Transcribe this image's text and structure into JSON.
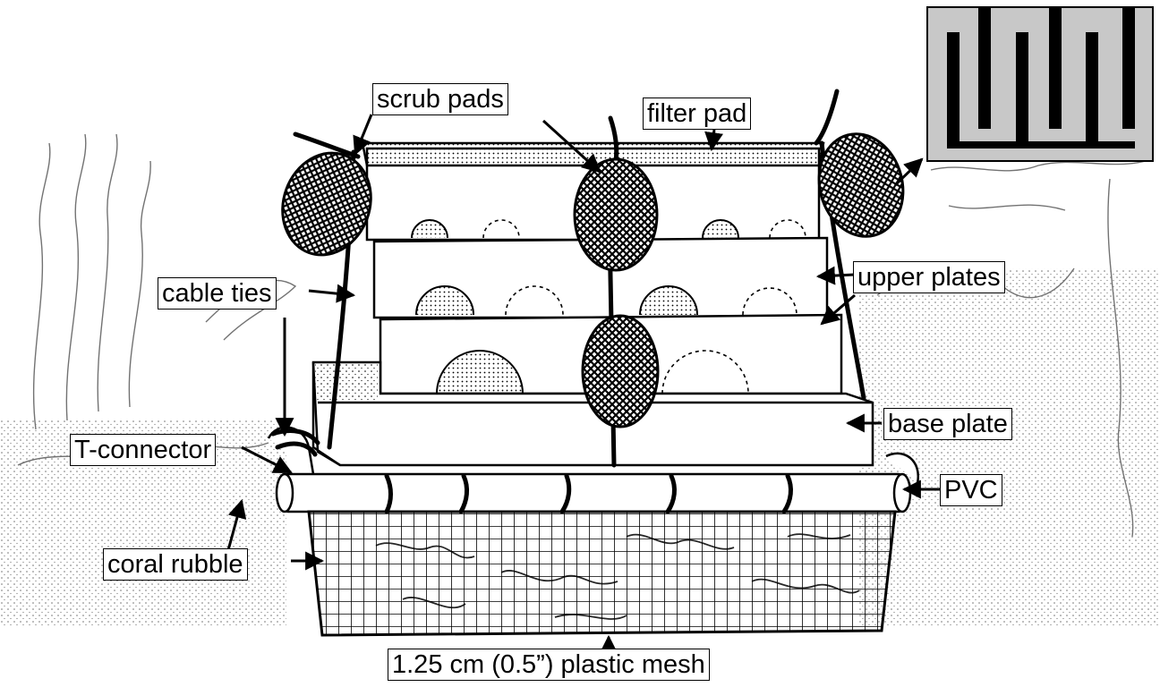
{
  "labels": {
    "scrub_pads": "scrub pads",
    "filter_pad": "filter pad",
    "upper_plates": "upper plates",
    "cable_ties": "cable ties",
    "base_plate": "base plate",
    "t_connector": "T-connector",
    "pvc": "PVC",
    "coral_rubble": "coral rubble",
    "plastic_mesh": "1.25 cm (0.5”) plastic mesh"
  },
  "colors": {
    "ink": "#000000",
    "paper": "#ffffff",
    "inset_bg": "#c8c8c8"
  }
}
